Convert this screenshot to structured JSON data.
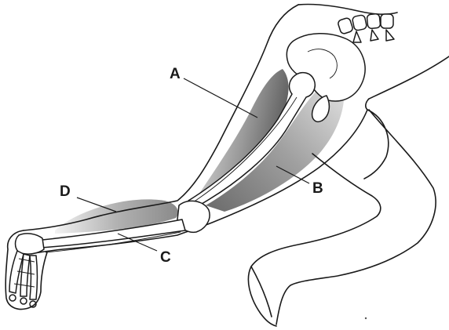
{
  "labels": {
    "a": "A",
    "b": "B",
    "c": "C",
    "d": "D"
  },
  "colors": {
    "muscle_dark": "#6e6e6e",
    "muscle_mid": "#a8a8a8",
    "muscle_light": "#e4e4e4",
    "line": "#1a1a1a"
  }
}
